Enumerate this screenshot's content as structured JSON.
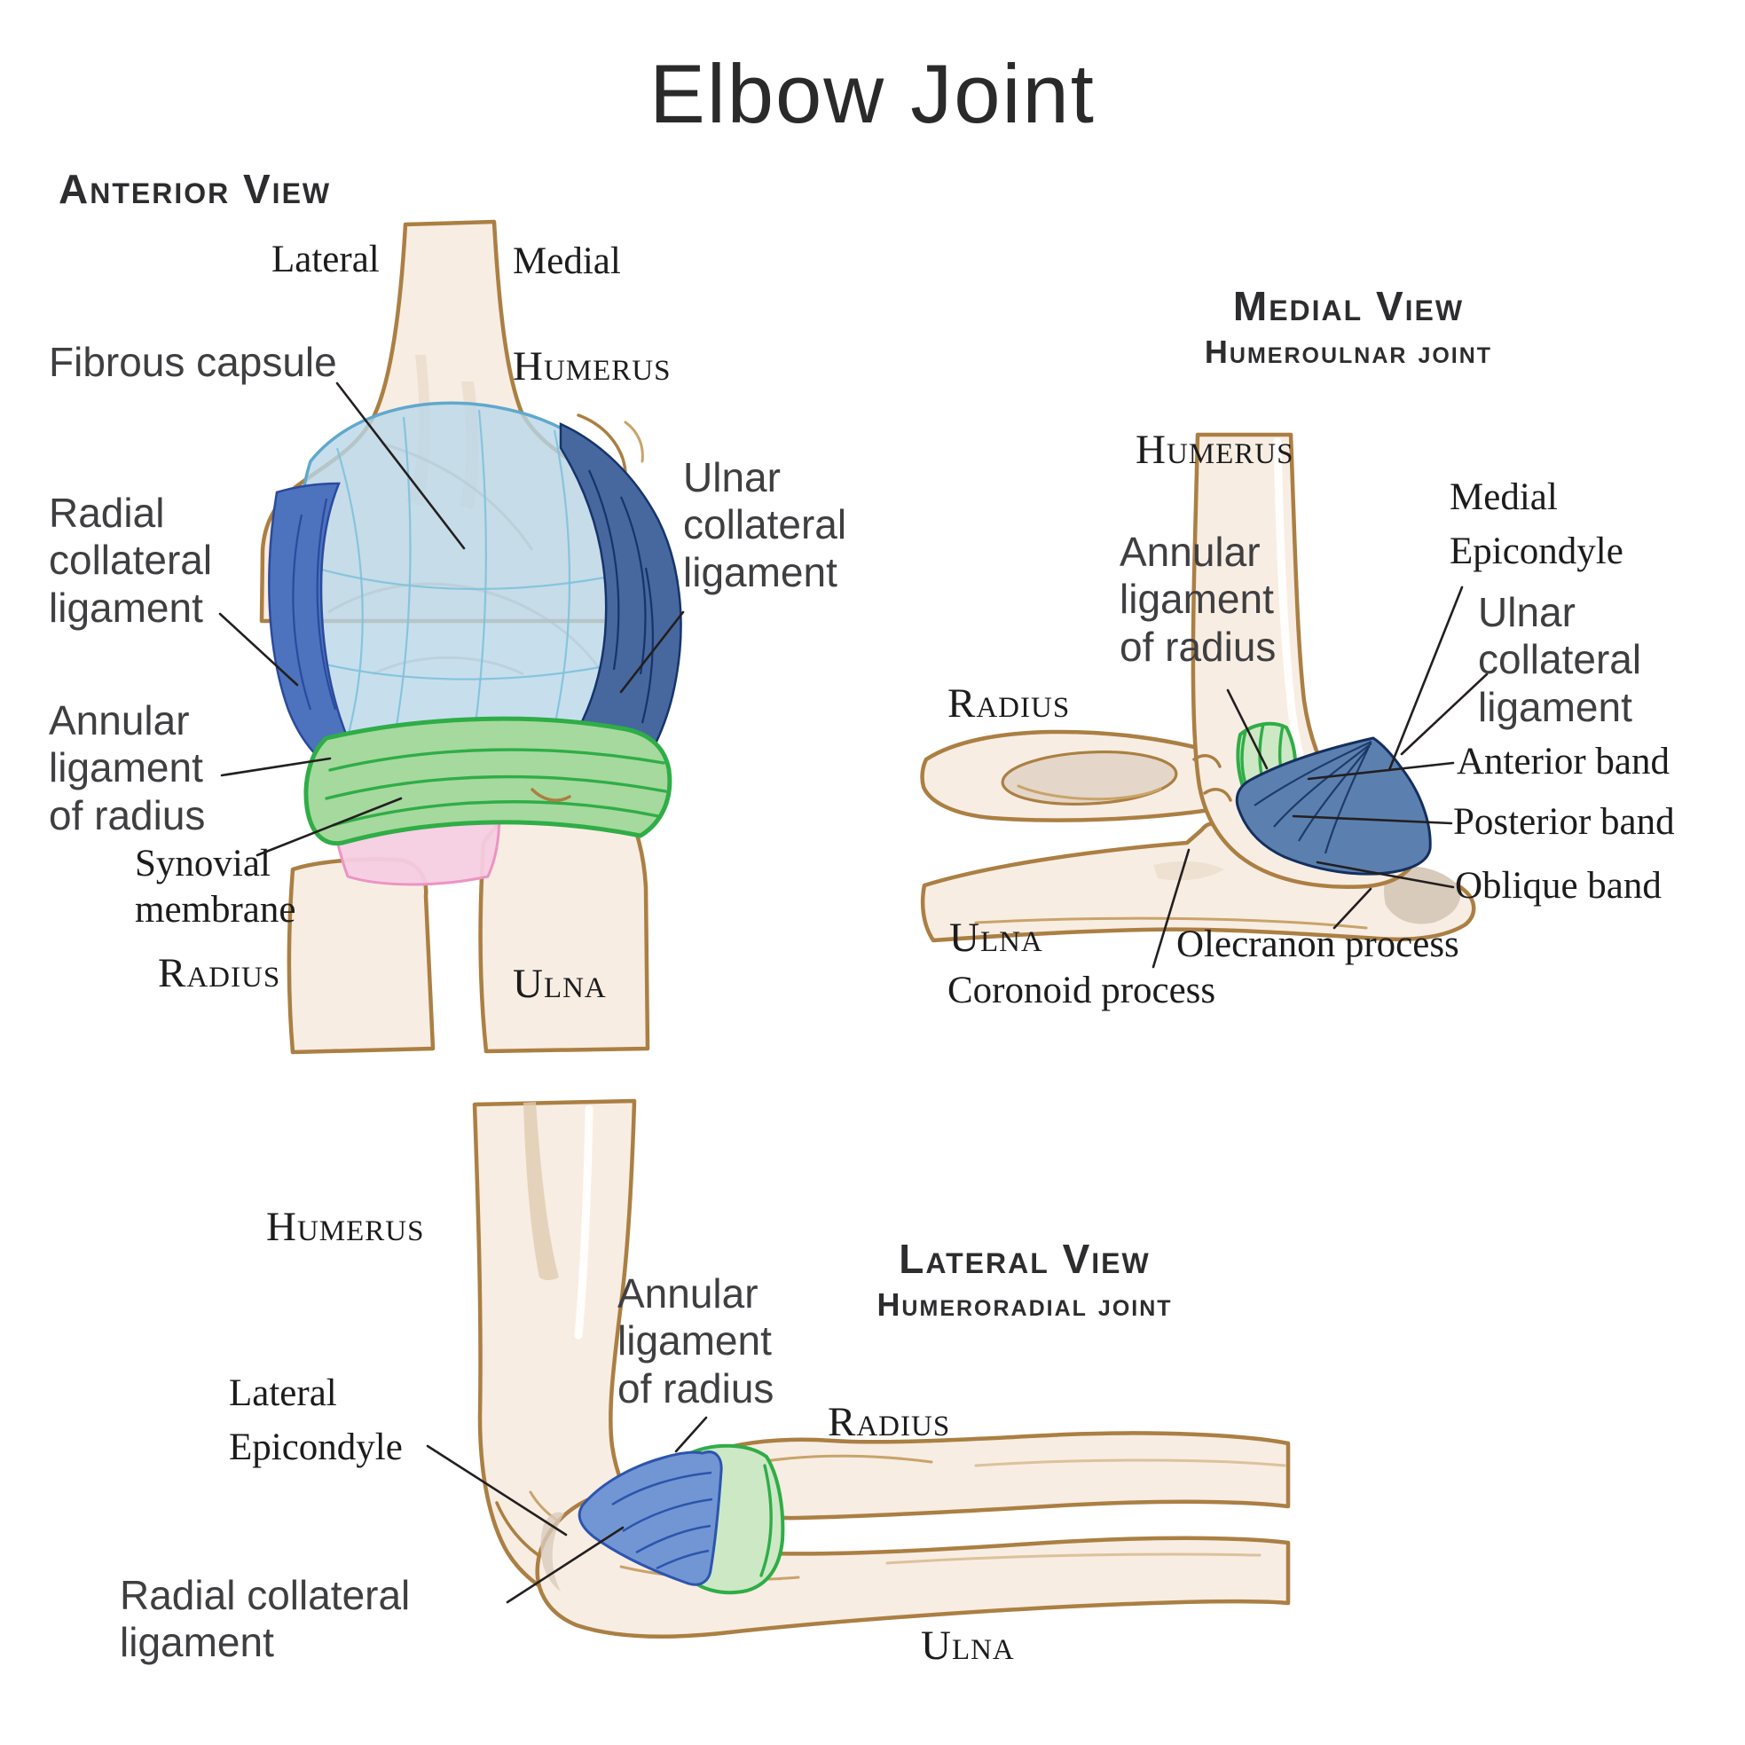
{
  "title": "Elbow Joint",
  "palette": {
    "title": "#2a2a2a",
    "text_sans": "#3f3f41",
    "text_serif": "#1c1c1c",
    "leader": "#231f20",
    "bone_fill": "#f8ede3",
    "bone_stroke": "#ab7f43",
    "bone_shadow": "#e7d8c7",
    "bone_shadow_dark": "#d9cbbc",
    "capsule_fill": "#b9d7e9",
    "capsule_stroke": "#5fa8cd",
    "capsule_line": "#7fc1dc",
    "capsule_ghost": "#b4c3cc",
    "rcl_fill": "#4d73be",
    "rcl_stroke": "#2a4a9e",
    "ucl_fill": "#46689e",
    "ucl_stroke": "#16346b",
    "annular_fill": "#a6d99e",
    "annular_fill_light": "#cde8c5",
    "annular_stroke": "#2fad47",
    "synovial_fill": "#f6cde1",
    "synovial_stroke": "#ec93c3",
    "fan_fill": "#5b80b0",
    "fan_stroke": "#142f5e",
    "lateral_fan_fill": "#7296d3",
    "lateral_fan_stroke": "#2b55ae"
  },
  "views": {
    "anterior": {
      "heading": "Anterior View",
      "labels": {
        "lateral_dir": "Lateral",
        "medial_dir": "Medial",
        "fibrous_capsule": "Fibrous capsule",
        "humerus": "Humerus",
        "ulnar_collateral_ligament": "Ulnar\ncollateral\nligament",
        "radial_collateral_ligament": "Radial\ncollateral\nligament",
        "annular_ligament_of_radius": "Annular\nligament\nof radius",
        "synovial_membrane": "Synovial\nmembrane",
        "radius": "Radius",
        "ulna": "Ulna"
      }
    },
    "medial": {
      "heading": "Medial View",
      "subheading": "Humeroulnar joint",
      "labels": {
        "humerus": "Humerus",
        "annular_ligament_of_radius": "Annular\nligament\nof radius",
        "radius": "Radius",
        "medial_epicondyle": "Medial\nEpicondyle",
        "ulnar_collateral_ligament": "Ulnar\ncollateral\nligament",
        "anterior_band": "Anterior band",
        "posterior_band": "Posterior band",
        "oblique_band": "Oblique band",
        "olecranon_process": "Olecranon process",
        "ulna": "Ulna",
        "coronoid_process": "Coronoid process"
      }
    },
    "lateral": {
      "heading": "Lateral View",
      "subheading": "Humeroradial joint",
      "labels": {
        "humerus": "Humerus",
        "annular_ligament_of_radius": "Annular\nligament\nof radius",
        "lateral_epicondyle": "Lateral\nEpicondyle",
        "radius": "Radius",
        "radial_collateral_ligament": "Radial collateral\nligament",
        "ulna": "Ulna"
      }
    }
  }
}
